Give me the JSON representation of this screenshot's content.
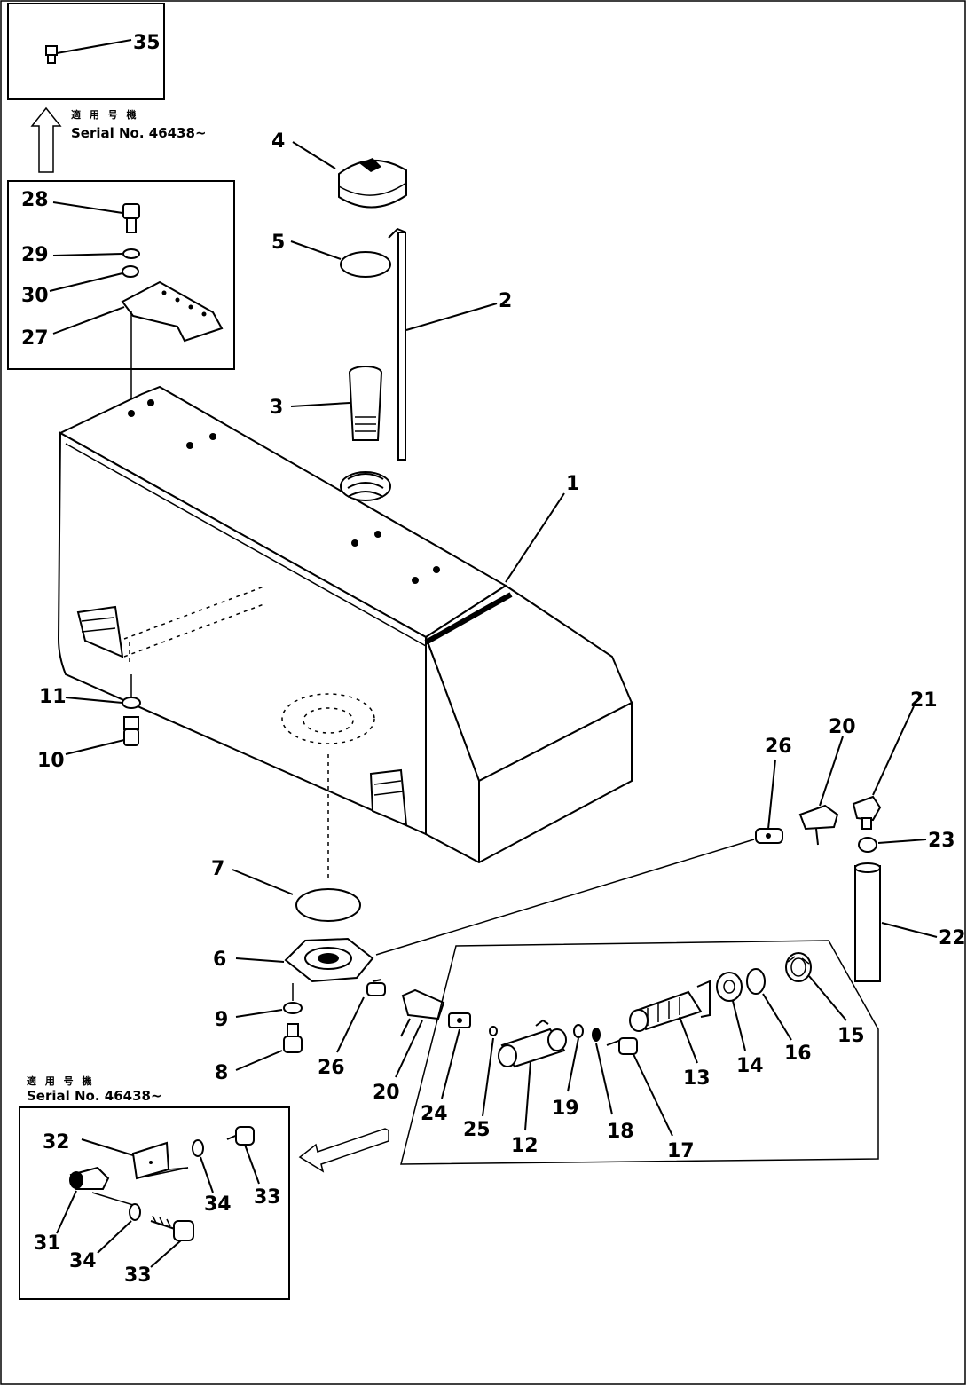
{
  "diagram": {
    "serial_note_top": "Serial No. 46438~",
    "serial_note_bottom": "Serial No. 46438~",
    "jp_note_top": "適 用 号 機",
    "jp_note_bottom": "適 用 号 機",
    "labels": {
      "p1": "1",
      "p2": "2",
      "p3": "3",
      "p4": "4",
      "p5": "5",
      "p6": "6",
      "p7": "7",
      "p8": "8",
      "p9": "9",
      "p10": "10",
      "p11": "11",
      "p12": "12",
      "p13": "13",
      "p14": "14",
      "p15": "15",
      "p16": "16",
      "p17": "17",
      "p18": "18",
      "p19": "19",
      "p20a": "20",
      "p20b": "20",
      "p21": "21",
      "p22": "22",
      "p23": "23",
      "p24": "24",
      "p25": "25",
      "p26a": "26",
      "p26b": "26",
      "p27": "27",
      "p28": "28",
      "p29": "29",
      "p30": "30",
      "p31": "31",
      "p32": "32",
      "p33a": "33",
      "p33b": "33",
      "p34a": "34",
      "p34b": "34",
      "p35": "35"
    }
  }
}
